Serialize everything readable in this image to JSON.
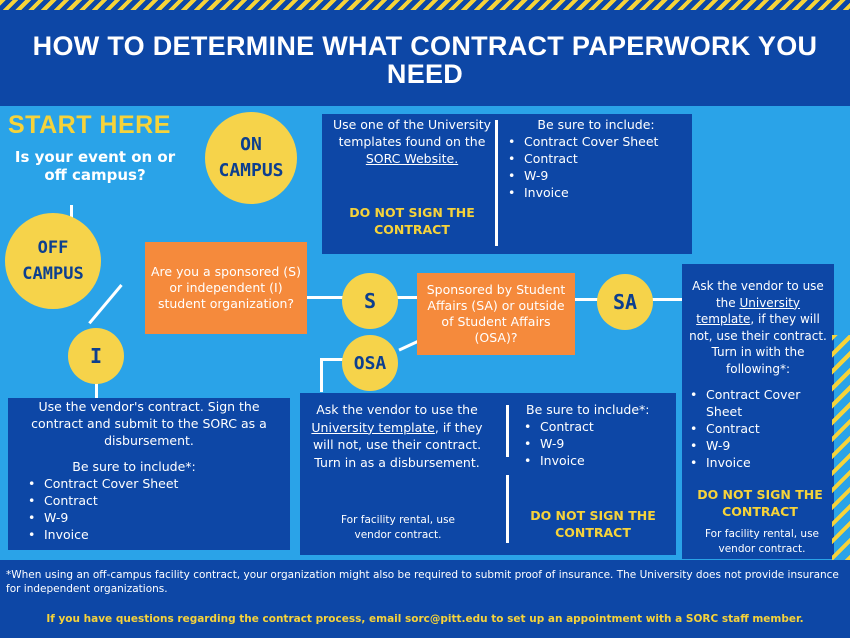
{
  "title": "HOW TO DETERMINE WHAT CONTRACT PAPERWORK YOU NEED",
  "start": {
    "label": "START HERE",
    "question": "Is your event on or off campus?"
  },
  "circles": {
    "on_campus": "ON CAMPUS",
    "off_campus": "OFF CAMPUS",
    "s": "S",
    "i": "I",
    "sa": "SA",
    "osa": "OSA"
  },
  "orange_org": "Are you a sponsored (S) or independent (I) student organization?",
  "orange_sa": "Sponsored by Student Affairs (SA) or outside of Student Affairs (OSA)?",
  "on_campus_box": {
    "lead": "Use one of the University templates found on the ",
    "link": "SORC Website.",
    "warning": "DO NOT SIGN THE CONTRACT",
    "include_label": "Be sure to include:",
    "items": [
      "Contract Cover Sheet",
      "Contract",
      "W-9",
      "Invoice"
    ]
  },
  "i_box": {
    "text": "Use the vendor's contract.  Sign the contract and submit to the SORC as a disbursement.",
    "include_label": "Be sure to include*:",
    "items": [
      "Contract Cover Sheet",
      "Contract",
      "W-9",
      "Invoice"
    ]
  },
  "osa_box": {
    "lead": "Ask the vendor to use the ",
    "link": "University template",
    "rest": ", if they will not, use their contract.  Turn in as a disbursement.",
    "facility": "For facility rental, use vendor contract.",
    "include_label": "Be sure to include*:",
    "items": [
      "Contract",
      "W-9",
      "Invoice"
    ],
    "warning": "DO NOT SIGN THE CONTRACT"
  },
  "sa_box": {
    "lead": "Ask the vendor to use the ",
    "link": "University template",
    "rest": ", if they will not, use their contract.  Turn in with the following*:",
    "items": [
      "Contract Cover Sheet",
      "Contract",
      "W-9",
      "Invoice"
    ],
    "warning": "DO NOT SIGN THE CONTRACT",
    "facility": "For facility rental, use vendor contract."
  },
  "footnote": "*When using an off-campus facility contract, your organization might also be required to submit proof of insurance.  The University does not provide insurance for independent organizations.",
  "contact": "If you have questions regarding the contract process, email sorc@pitt.edu to set up an appointment with a SORC staff member."
}
